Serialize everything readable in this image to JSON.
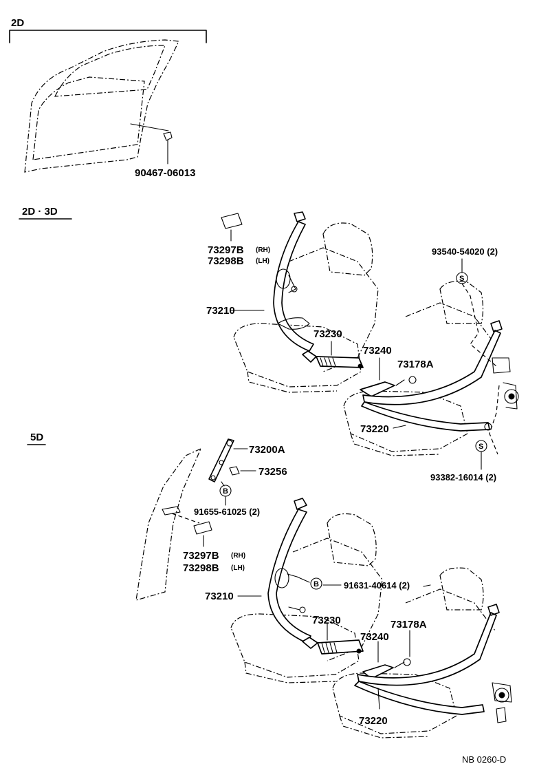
{
  "sections": {
    "s2d": "2D",
    "s2d3d": "2D · 3D",
    "s5d": "5D"
  },
  "parts_2d": {
    "clip": "90467-06013"
  },
  "parts_2d3d": {
    "cover_rh": "73297B",
    "cover_lh": "73298B",
    "rh_tag": "(RH)",
    "lh_tag": "(LH)",
    "front_belt": "73210",
    "buckle": "73230",
    "inner_belt": "73240",
    "clip": "73178A",
    "rear_belt": "73220",
    "bolt_top": "93540-54020 (2)",
    "bolt_top_mark": "S",
    "bolt_bottom": "93382-16014 (2)",
    "bolt_bottom_mark": "S"
  },
  "parts_5d": {
    "anchor": "73200A",
    "knob": "73256",
    "anchor_bolt": "91655-61025 (2)",
    "anchor_bolt_mark": "B",
    "cover_rh": "73297B",
    "cover_lh": "73298B",
    "rh_tag": "(RH)",
    "lh_tag": "(LH)",
    "front_belt": "73210",
    "bolt": "91631-40614 (2)",
    "bolt_mark": "B",
    "buckle": "73230",
    "inner_belt": "73240",
    "clip": "73178A",
    "rear_belt": "73220"
  },
  "footer": {
    "code": "NB  0260-D"
  }
}
